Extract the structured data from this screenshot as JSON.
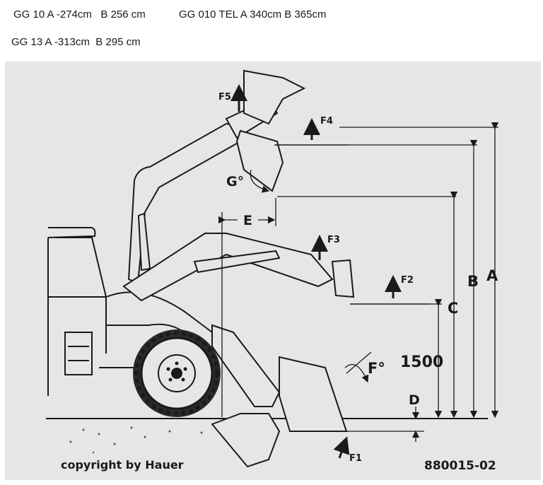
{
  "specs": {
    "line1": "GG 10 A -274cm   B 256 cm",
    "line2": "GG 010 TEL A 340cm B 365cm",
    "line3": "GG 13 A -313cm  B 295 cm"
  },
  "diagram": {
    "labels": {
      "A": "A",
      "B": "B",
      "C": "C",
      "D": "D",
      "E": "E",
      "F1": "F1",
      "F2": "F2",
      "F3": "F3",
      "F4": "F4",
      "F5": "F5",
      "f_angle": "F°",
      "g_angle": "G°",
      "height": "1500"
    },
    "copyright": "copyright by Hauer",
    "code": "880015-02"
  }
}
